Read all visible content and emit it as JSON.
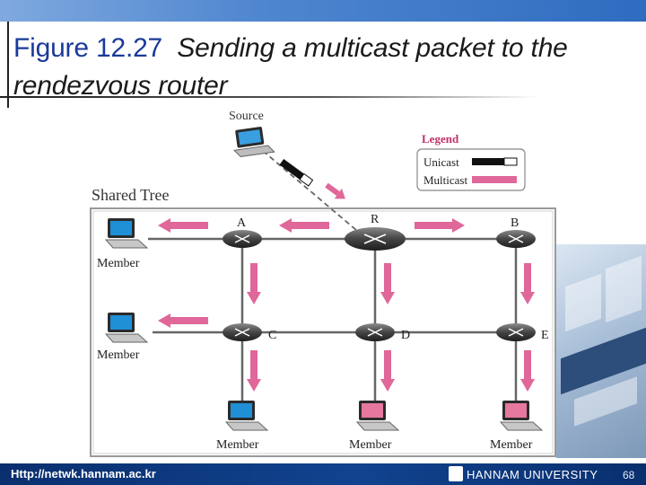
{
  "slide": {
    "title_figure": "Figure 12.27",
    "title_rest": "Sending a multicast packet to the rendezvous router"
  },
  "diagram": {
    "source_label": "Source",
    "shared_tree_label": "Shared Tree",
    "legend": {
      "title": "Legend",
      "unicast_label": "Unicast",
      "multicast_label": "Multicast"
    },
    "routers": {
      "a": "A",
      "r": "R",
      "b": "B",
      "c": "C",
      "d": "D",
      "e": "E"
    },
    "members": {
      "top_left": "Member",
      "mid_left": "Member",
      "bottom_c": "Member",
      "bottom_d": "Member",
      "bottom_e": "Member"
    },
    "colors": {
      "multicast_arrow": "#e0679a",
      "unicast_arrow": "#111111",
      "router_body": "#4a4a4a",
      "laptop_screen": "#1f8fd6",
      "laptop_screen_highlight": "#e6789f"
    }
  },
  "footer": {
    "url": "Http://netwk.hannam.ac.kr",
    "university": "HANNAM  UNIVERSITY",
    "page_number": "68"
  }
}
